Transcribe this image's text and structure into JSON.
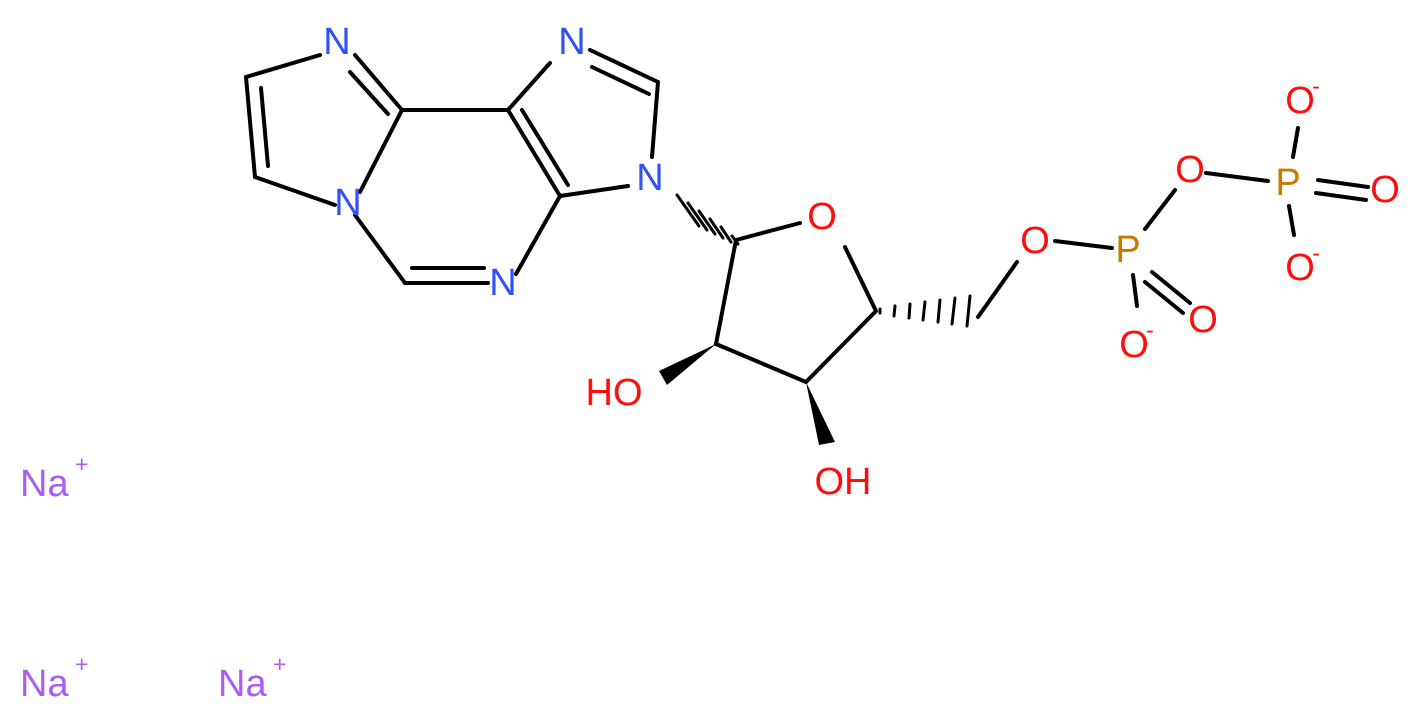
{
  "colors": {
    "bond": "#000000",
    "N": "#3050F8",
    "O": "#FF0D0D",
    "P": "#C87A00",
    "Na": "#AB5CF2",
    "background": "#FFFFFF"
  },
  "atoms": [
    {
      "id": "n_im_top",
      "element": "N",
      "label": "N",
      "charge": ""
    },
    {
      "id": "n_bridge",
      "element": "N",
      "label": "N",
      "charge": ""
    },
    {
      "id": "n_pyr",
      "element": "N",
      "label": "N",
      "charge": ""
    },
    {
      "id": "n_im5_top",
      "element": "N",
      "label": "N",
      "charge": ""
    },
    {
      "id": "n9",
      "element": "N",
      "label": "N",
      "charge": ""
    },
    {
      "id": "o_ring",
      "element": "O",
      "label": "O",
      "charge": ""
    },
    {
      "id": "oh_2",
      "element": "O",
      "label": "HO",
      "charge": ""
    },
    {
      "id": "oh_3",
      "element": "O",
      "label": "OH",
      "charge": ""
    },
    {
      "id": "o_5",
      "element": "O",
      "label": "O",
      "charge": ""
    },
    {
      "id": "p_alpha",
      "element": "P",
      "label": "P",
      "charge": ""
    },
    {
      "id": "o_a_dbl",
      "element": "O",
      "label": "O",
      "charge": ""
    },
    {
      "id": "o_a_neg",
      "element": "O",
      "label": "O",
      "charge": "-"
    },
    {
      "id": "o_bridge_p",
      "element": "O",
      "label": "O",
      "charge": ""
    },
    {
      "id": "p_beta",
      "element": "P",
      "label": "P",
      "charge": ""
    },
    {
      "id": "o_b_dbl",
      "element": "O",
      "label": "O",
      "charge": ""
    },
    {
      "id": "o_b_top",
      "element": "O",
      "label": "O",
      "charge": "-"
    },
    {
      "id": "o_b_bot",
      "element": "O",
      "label": "O",
      "charge": "-"
    }
  ],
  "ions": [
    {
      "id": "na1",
      "element": "Na",
      "label": "Na",
      "charge": "+"
    },
    {
      "id": "na2",
      "element": "Na",
      "label": "Na",
      "charge": "+"
    },
    {
      "id": "na3",
      "element": "Na",
      "label": "Na",
      "charge": "+"
    }
  ]
}
